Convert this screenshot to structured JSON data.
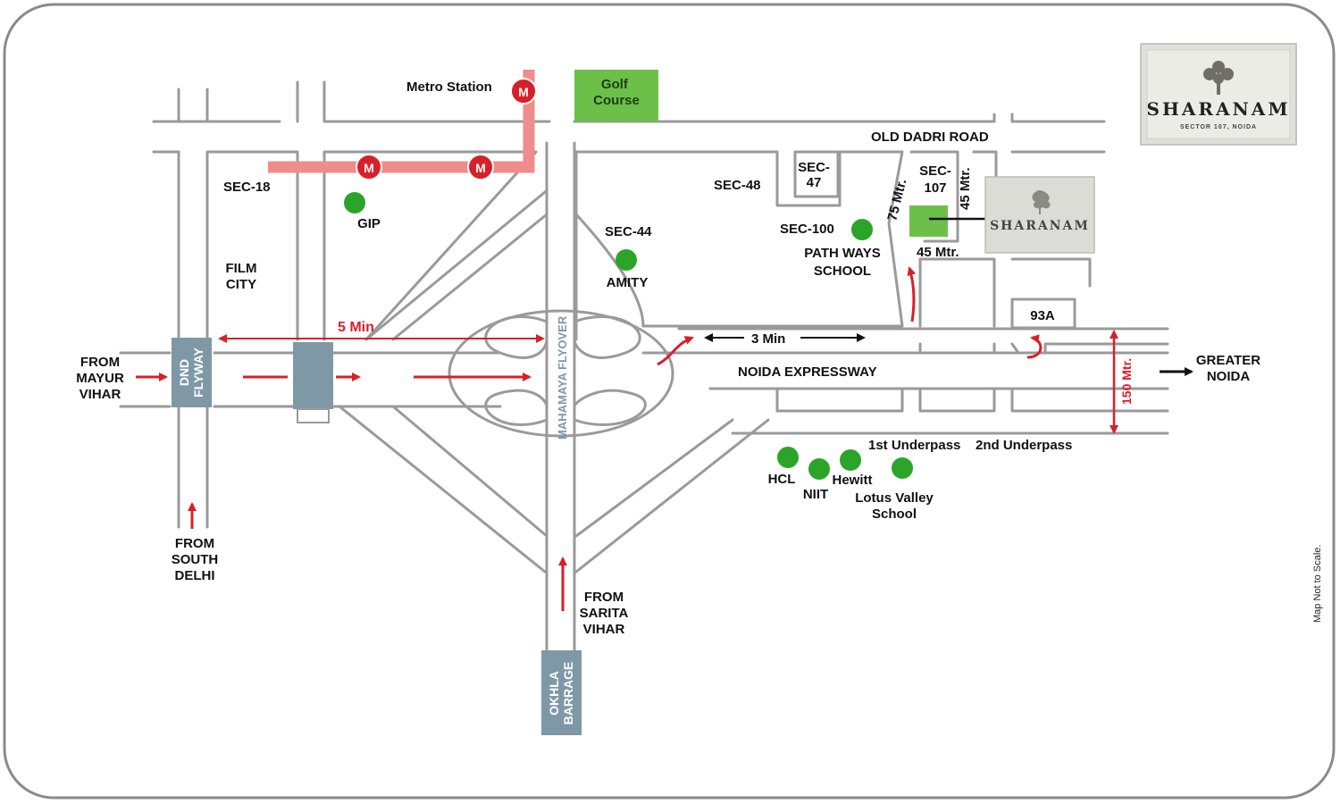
{
  "map": {
    "metro_station": "Metro Station",
    "metro_marker": "M",
    "golf_course": "Golf Course",
    "old_dadri_road": "OLD DADRI ROAD",
    "sectors": {
      "sec18": "SEC-18",
      "sec44": "SEC-44",
      "sec48": "SEC-48",
      "sec47": "SEC-47",
      "sec100": "SEC-100",
      "sec107": "SEC-107",
      "s93a": "93A"
    },
    "places": {
      "gip": "GIP",
      "film_city": "FILM CITY",
      "amity": "AMITY",
      "pathways": "PATH WAYS SCHOOL",
      "hcl": "HCL",
      "niit": "NIIT",
      "hewitt": "Hewitt",
      "lotus_valley": "Lotus Valley School"
    },
    "roads": {
      "noida_expressway": "NOIDA EXPRESSWAY",
      "mahamaya": "MAHAMAYA FLYOVER",
      "dnd": "DND FLYWAY",
      "okhla": "OKHLA BARRAGE",
      "underpass1": "1st Underpass",
      "underpass2": "2nd Underpass"
    },
    "distances": {
      "five_min": "5 Min",
      "three_min": "3 Min",
      "m75": "75 Mtr.",
      "m45_vertical": "45 Mtr.",
      "m45_horizontal": "45 Mtr.",
      "m150": "150 Mtr."
    },
    "directions": {
      "from_mayur_vihar": "FROM MAYUR VIHAR",
      "from_south_delhi": "FROM SOUTH DELHI",
      "from_sarita_vihar": "FROM SARITA VIHAR",
      "greater_noida": "GREATER NOIDA"
    },
    "logo": {
      "name": "SHARANAM",
      "subtitle": "SECTOR 107, NOIDA"
    },
    "note": "Map Not to Scale.",
    "colors": {
      "road": "#9a9a9a",
      "metro_line": "#f08c8c",
      "metro_marker": "#d82028",
      "arrow": "#d82028",
      "poi_dot": "#2aa52a",
      "golf": "#6cc04a",
      "highway_box": "#7e98a6"
    }
  }
}
